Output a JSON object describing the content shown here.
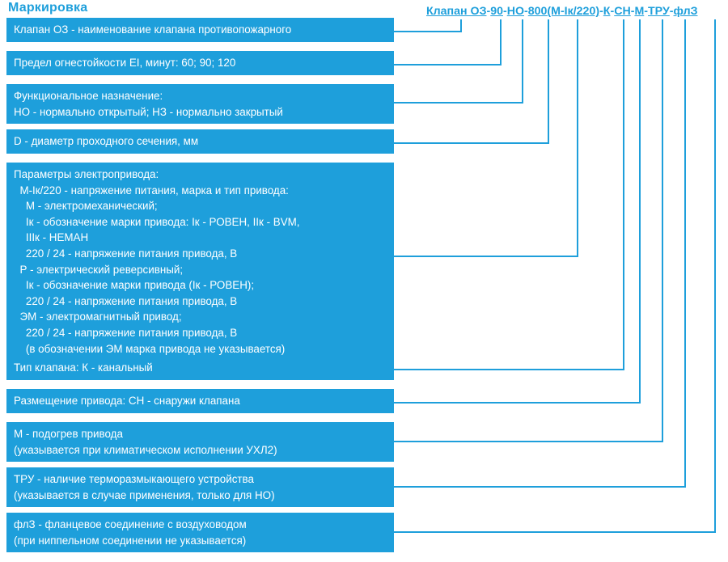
{
  "header": {
    "title": "Маркировка"
  },
  "formula": {
    "full_text": "Клапан ОЗ-90-НО-800(М-Iк/220)-К-СН-М-ТРУ-флЗ",
    "segments": [
      {
        "text": "Клапан ОЗ",
        "underlined": true
      },
      {
        "text": "-",
        "underlined": false
      },
      {
        "text": "90",
        "underlined": true
      },
      {
        "text": "-",
        "underlined": false
      },
      {
        "text": "НО",
        "underlined": true
      },
      {
        "text": "-",
        "underlined": false
      },
      {
        "text": "800(М-Iк/220)",
        "underlined": true
      },
      {
        "text": "-",
        "underlined": false
      },
      {
        "text": "К",
        "underlined": true
      },
      {
        "text": "-",
        "underlined": false
      },
      {
        "text": "СН",
        "underlined": true
      },
      {
        "text": "-",
        "underlined": false
      },
      {
        "text": "М",
        "underlined": true
      },
      {
        "text": "-",
        "underlined": false
      },
      {
        "text": "ТРУ",
        "underlined": true
      },
      {
        "text": "-",
        "underlined": false
      },
      {
        "text": "флЗ",
        "underlined": true
      }
    ]
  },
  "colors": {
    "accent": "#1e9fdb",
    "box_fill": "#1e9fdb",
    "box_text": "#ffffff",
    "background": "#ffffff"
  },
  "blocks": [
    {
      "id": "valve-name",
      "lines": [
        "Клапан ОЗ - наименование клапана противопожарного"
      ]
    },
    {
      "id": "fire-resistance",
      "lines": [
        "Предел огнестойкости EI, минут: 60; 90; 120"
      ]
    },
    {
      "id": "functional-purpose",
      "lines": [
        "Функциональное назначение:",
        "НО - нормально открытый; НЗ - нормально закрытый"
      ]
    },
    {
      "id": "diameter",
      "lines": [
        "D - диаметр проходного сечения, мм"
      ]
    },
    {
      "id": "drive-parameters",
      "lines": [
        "Параметры электропривода:",
        "  М-Iк/220 - напряжение питания, марка и тип привода:",
        "    М - электромеханический;",
        "    Iк - обозначение марки привода: Iк - РОВЕН, IIк - BVM,",
        "    IIIк - НЕМАН",
        "    220 / 24 - напряжение питания привода, В",
        "  Р - электрический реверсивный;",
        "    Iк - обозначение марки привода (Iк - РОВЕН);",
        "    220 / 24 - напряжение питания привода, В",
        "  ЭМ - электромагнитный привод;",
        "    220 / 24 - напряжение питания привода, В",
        "    (в обозначении ЭМ марка привода не указывается)"
      ]
    },
    {
      "id": "valve-type",
      "lines": [
        "Тип клапана: К - канальный"
      ]
    },
    {
      "id": "drive-placement",
      "lines": [
        "Размещение привода: СН - снаружи клапана"
      ]
    },
    {
      "id": "drive-heating",
      "lines": [
        "М - подогрев привода",
        "(указывается при климатическом исполнении УХЛ2)"
      ]
    },
    {
      "id": "thermal-device",
      "lines": [
        "ТРУ - наличие терморазмыкающего устройства",
        "(указывается в случае применения, только для НО)"
      ]
    },
    {
      "id": "flange-connection",
      "lines": [
        "флЗ - фланцевое соединение с воздуховодом",
        "(при ниппельном соединении не указывается)"
      ]
    }
  ]
}
